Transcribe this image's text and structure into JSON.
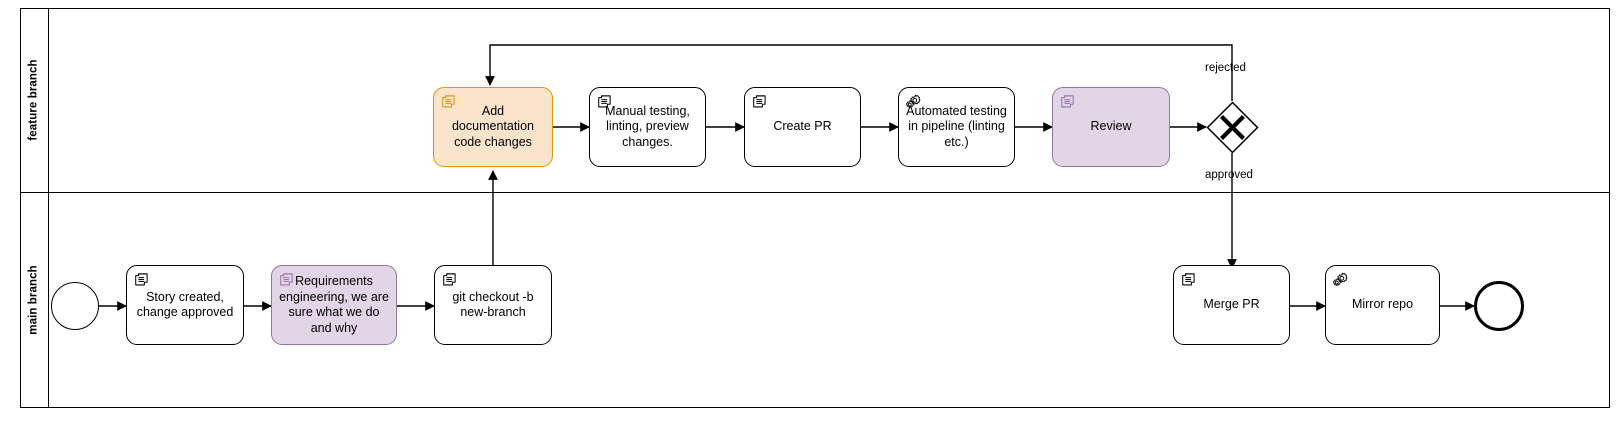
{
  "diagram": {
    "title": "Git feature branch workflow (BPMN)",
    "type": "bpmn-collaboration",
    "colors": {
      "orange_fill": "#FCE4CC",
      "orange_stroke": "#D79B00",
      "purple_fill": "#E1D5E7",
      "purple_stroke": "#9673A6",
      "default_fill": "#FFFFFF",
      "default_stroke": "#000000"
    }
  },
  "lanes": [
    {
      "id": "feature",
      "label": "feature branch"
    },
    {
      "id": "main",
      "label": "main branch"
    }
  ],
  "events": [
    {
      "id": "start",
      "kind": "start-event",
      "lane": "main",
      "label": ""
    },
    {
      "id": "end",
      "kind": "end-event",
      "lane": "main",
      "label": ""
    }
  ],
  "gateways": [
    {
      "id": "gw-review",
      "kind": "exclusive-gateway",
      "lane": "feature",
      "label": ""
    }
  ],
  "tasks": [
    {
      "id": "add-docs",
      "label": "Add documentation code changes",
      "icon": "manual-task-icon",
      "lane": "feature",
      "accent": "orange"
    },
    {
      "id": "manual-testing",
      "label": "Manual testing, linting, preview changes.",
      "icon": "manual-task-icon",
      "lane": "feature",
      "accent": "none"
    },
    {
      "id": "create-pr",
      "label": "Create PR",
      "icon": "manual-task-icon",
      "lane": "feature",
      "accent": "none"
    },
    {
      "id": "automated-testing",
      "label": "Automated testing in pipeline (linting etc.)",
      "icon": "service-task-gear-icon",
      "lane": "feature",
      "accent": "none"
    },
    {
      "id": "review",
      "label": "Review",
      "icon": "manual-task-icon",
      "lane": "feature",
      "accent": "purple"
    },
    {
      "id": "story-created",
      "label": "Story created, change approved",
      "icon": "manual-task-icon",
      "lane": "main",
      "accent": "none"
    },
    {
      "id": "requirements",
      "label": "Requirements engineering, we are sure what we do and why",
      "icon": "manual-task-icon",
      "lane": "main",
      "accent": "purple"
    },
    {
      "id": "git-checkout",
      "label": "git checkout -b new-branch",
      "icon": "manual-task-icon",
      "lane": "main",
      "accent": "none"
    },
    {
      "id": "merge-pr",
      "label": "Merge PR",
      "icon": "manual-task-icon",
      "lane": "main",
      "accent": "none"
    },
    {
      "id": "mirror-repo",
      "label": "Mirror repo",
      "icon": "service-task-gear-icon",
      "lane": "main",
      "accent": "none"
    }
  ],
  "flows": [
    {
      "id": "f-start-story",
      "from": "start",
      "to": "story-created",
      "label": ""
    },
    {
      "id": "f-story-req",
      "from": "story-created",
      "to": "requirements",
      "label": ""
    },
    {
      "id": "f-req-checkout",
      "from": "requirements",
      "to": "git-checkout",
      "label": ""
    },
    {
      "id": "f-checkout-docs",
      "from": "git-checkout",
      "to": "add-docs",
      "label": ""
    },
    {
      "id": "f-docs-testing",
      "from": "add-docs",
      "to": "manual-testing",
      "label": ""
    },
    {
      "id": "f-testing-pr",
      "from": "manual-testing",
      "to": "create-pr",
      "label": ""
    },
    {
      "id": "f-pr-auto",
      "from": "create-pr",
      "to": "automated-testing",
      "label": ""
    },
    {
      "id": "f-auto-review",
      "from": "automated-testing",
      "to": "review",
      "label": ""
    },
    {
      "id": "f-review-gw",
      "from": "review",
      "to": "gw-review",
      "label": ""
    },
    {
      "id": "f-gw-rejected",
      "from": "gw-review",
      "to": "add-docs",
      "label": "rejected"
    },
    {
      "id": "f-gw-approved",
      "from": "gw-review",
      "to": "merge-pr",
      "label": "approved"
    },
    {
      "id": "f-merge-mirror",
      "from": "merge-pr",
      "to": "mirror-repo",
      "label": ""
    },
    {
      "id": "f-mirror-end",
      "from": "mirror-repo",
      "to": "end",
      "label": ""
    }
  ]
}
